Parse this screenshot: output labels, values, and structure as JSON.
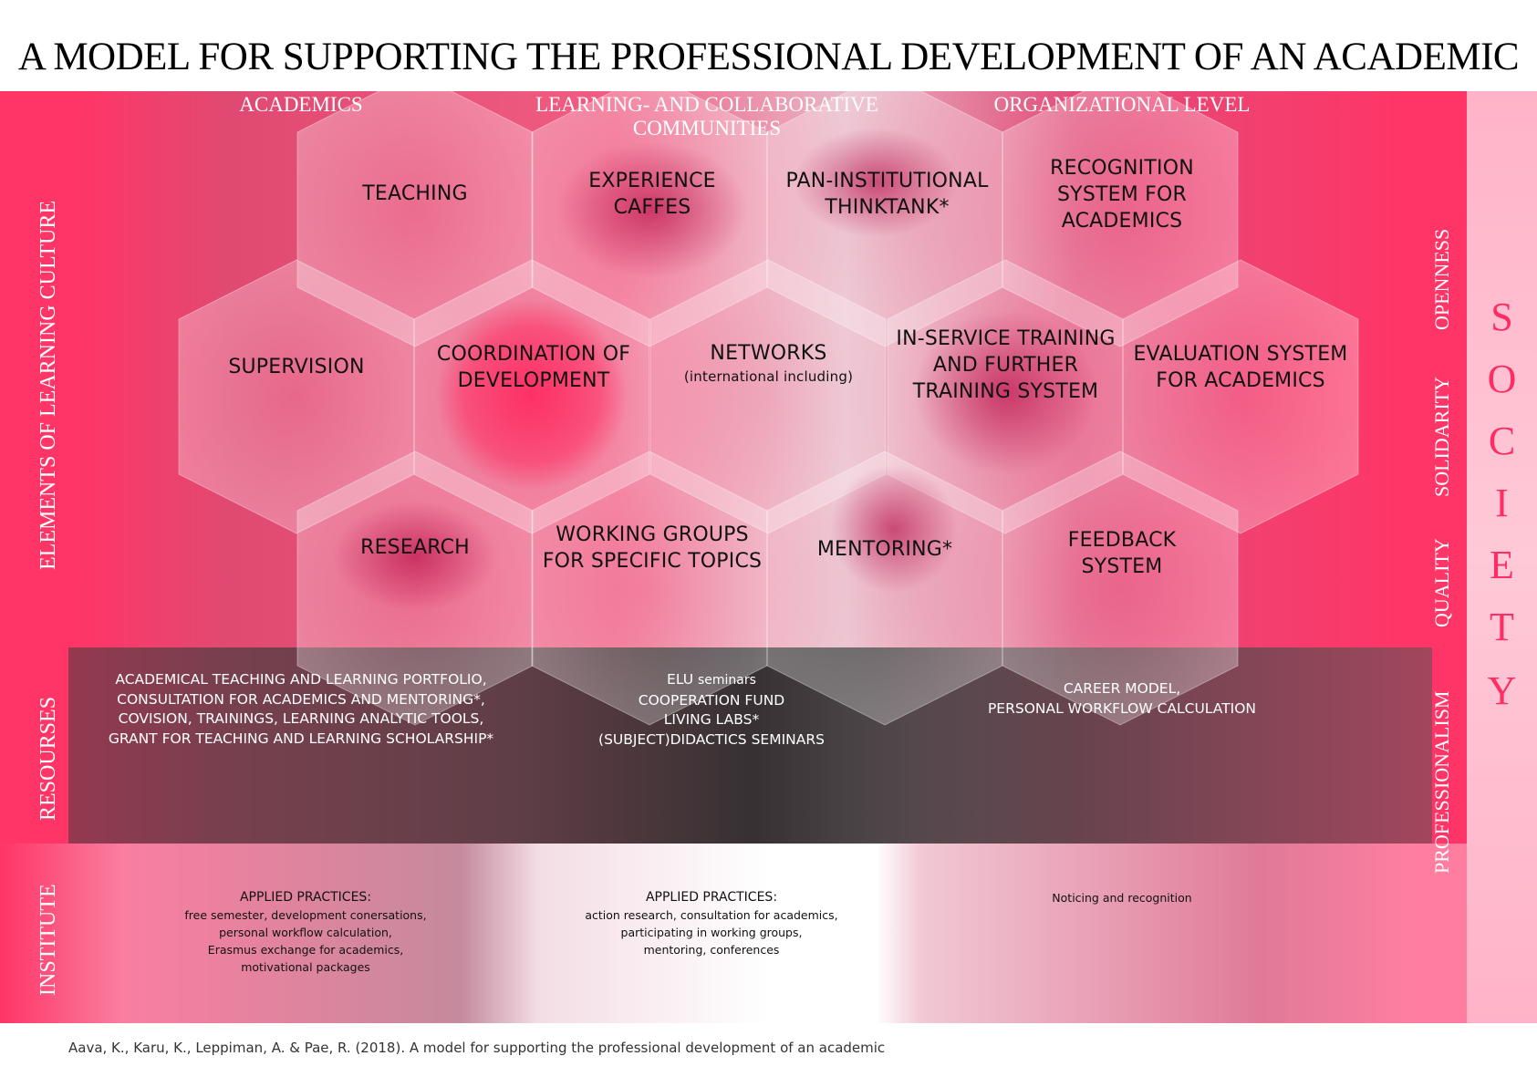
{
  "title": "A MODEL FOR SUPPORTING THE PROFESSIONAL DEVELOPMENT OF AN ACADEMIC",
  "columns": {
    "academics": "ACADEMICS",
    "communities": "LEARNING- AND COLLABORATIVE COMMUNITIES",
    "organizational": "ORGANIZATIONAL LEVEL"
  },
  "rows": {
    "elements": "ELEMENTS OF LEARNING CULTURE",
    "resources": "RESOURSES",
    "institute": "INSTITUTE"
  },
  "hexagons": {
    "teaching": "TEACHING",
    "experience_caffes": "EXPERIENCE CAFFES",
    "thinktank": "PAN-INSTITUTIONAL THINKTANK*",
    "recognition": "RECOGNITION SYSTEM FOR ACADEMICS",
    "supervision": "SUPERVISION",
    "coordination": "COORDINATION OF DEVELOPMENT",
    "networks": "NETWORKS",
    "networks_sub": "(international including)",
    "inservice": "IN-SERVICE TRAINING AND FURTHER TRAINING SYSTEM",
    "evaluation": "EVALUATION SYSTEM FOR ACADEMICS",
    "research": "RESEARCH",
    "working_groups": "WORKING GROUPS FOR SPECIFIC TOPICS",
    "mentoring": "MENTORING*",
    "feedback": "FEEDBACK SYSTEM"
  },
  "resources": {
    "left": [
      "ACADEMICAL TEACHING AND LEARNING PORTFOLIO,",
      "CONSULTATION FOR ACADEMICS AND MENTORING*,",
      "COVISION, TRAININGS, LEARNING ANALYTIC TOOLS,",
      "GRANT FOR TEACHING AND LEARNING SCHOLARSHIP*"
    ],
    "middle_elu": "ELU",
    "middle_elu_suffix": "seminars",
    "middle": [
      "COOPERATION FUND",
      "LIVING LABS*",
      "(SUBJECT)DIDACTICS SEMINARS"
    ],
    "right": [
      "CAREER MODEL,",
      "PERSONAL WORKFLOW CALCULATION"
    ]
  },
  "practices": {
    "left_head": "APPLIED PRACTICES:",
    "left": [
      "free semester, development conersations,",
      "personal workflow calculation,",
      "Erasmus exchange for academics,",
      "motivational packages"
    ],
    "middle_head": "APPLIED PRACTICES:",
    "middle": [
      "action research, consultation for academics,",
      "participating in working groups,",
      "mentoring, conferences"
    ],
    "right": "Noticing and recognition"
  },
  "values": {
    "openness": "OPENNESS",
    "solidarity": "SOLIDARITY",
    "quality": "QUALITY",
    "professionalism": "PROFESSIONALISM"
  },
  "society": [
    "S",
    "O",
    "C",
    "I",
    "E",
    "T",
    "Y"
  ],
  "citation": "Aava, K., Karu, K., Leppiman, A. & Pae, R. (2018). A model for supporting the professional development of an academic",
  "colors": {
    "magenta": "#ff3567",
    "society_letters": "#ff2d63",
    "society_column": "#ffc9d7"
  }
}
